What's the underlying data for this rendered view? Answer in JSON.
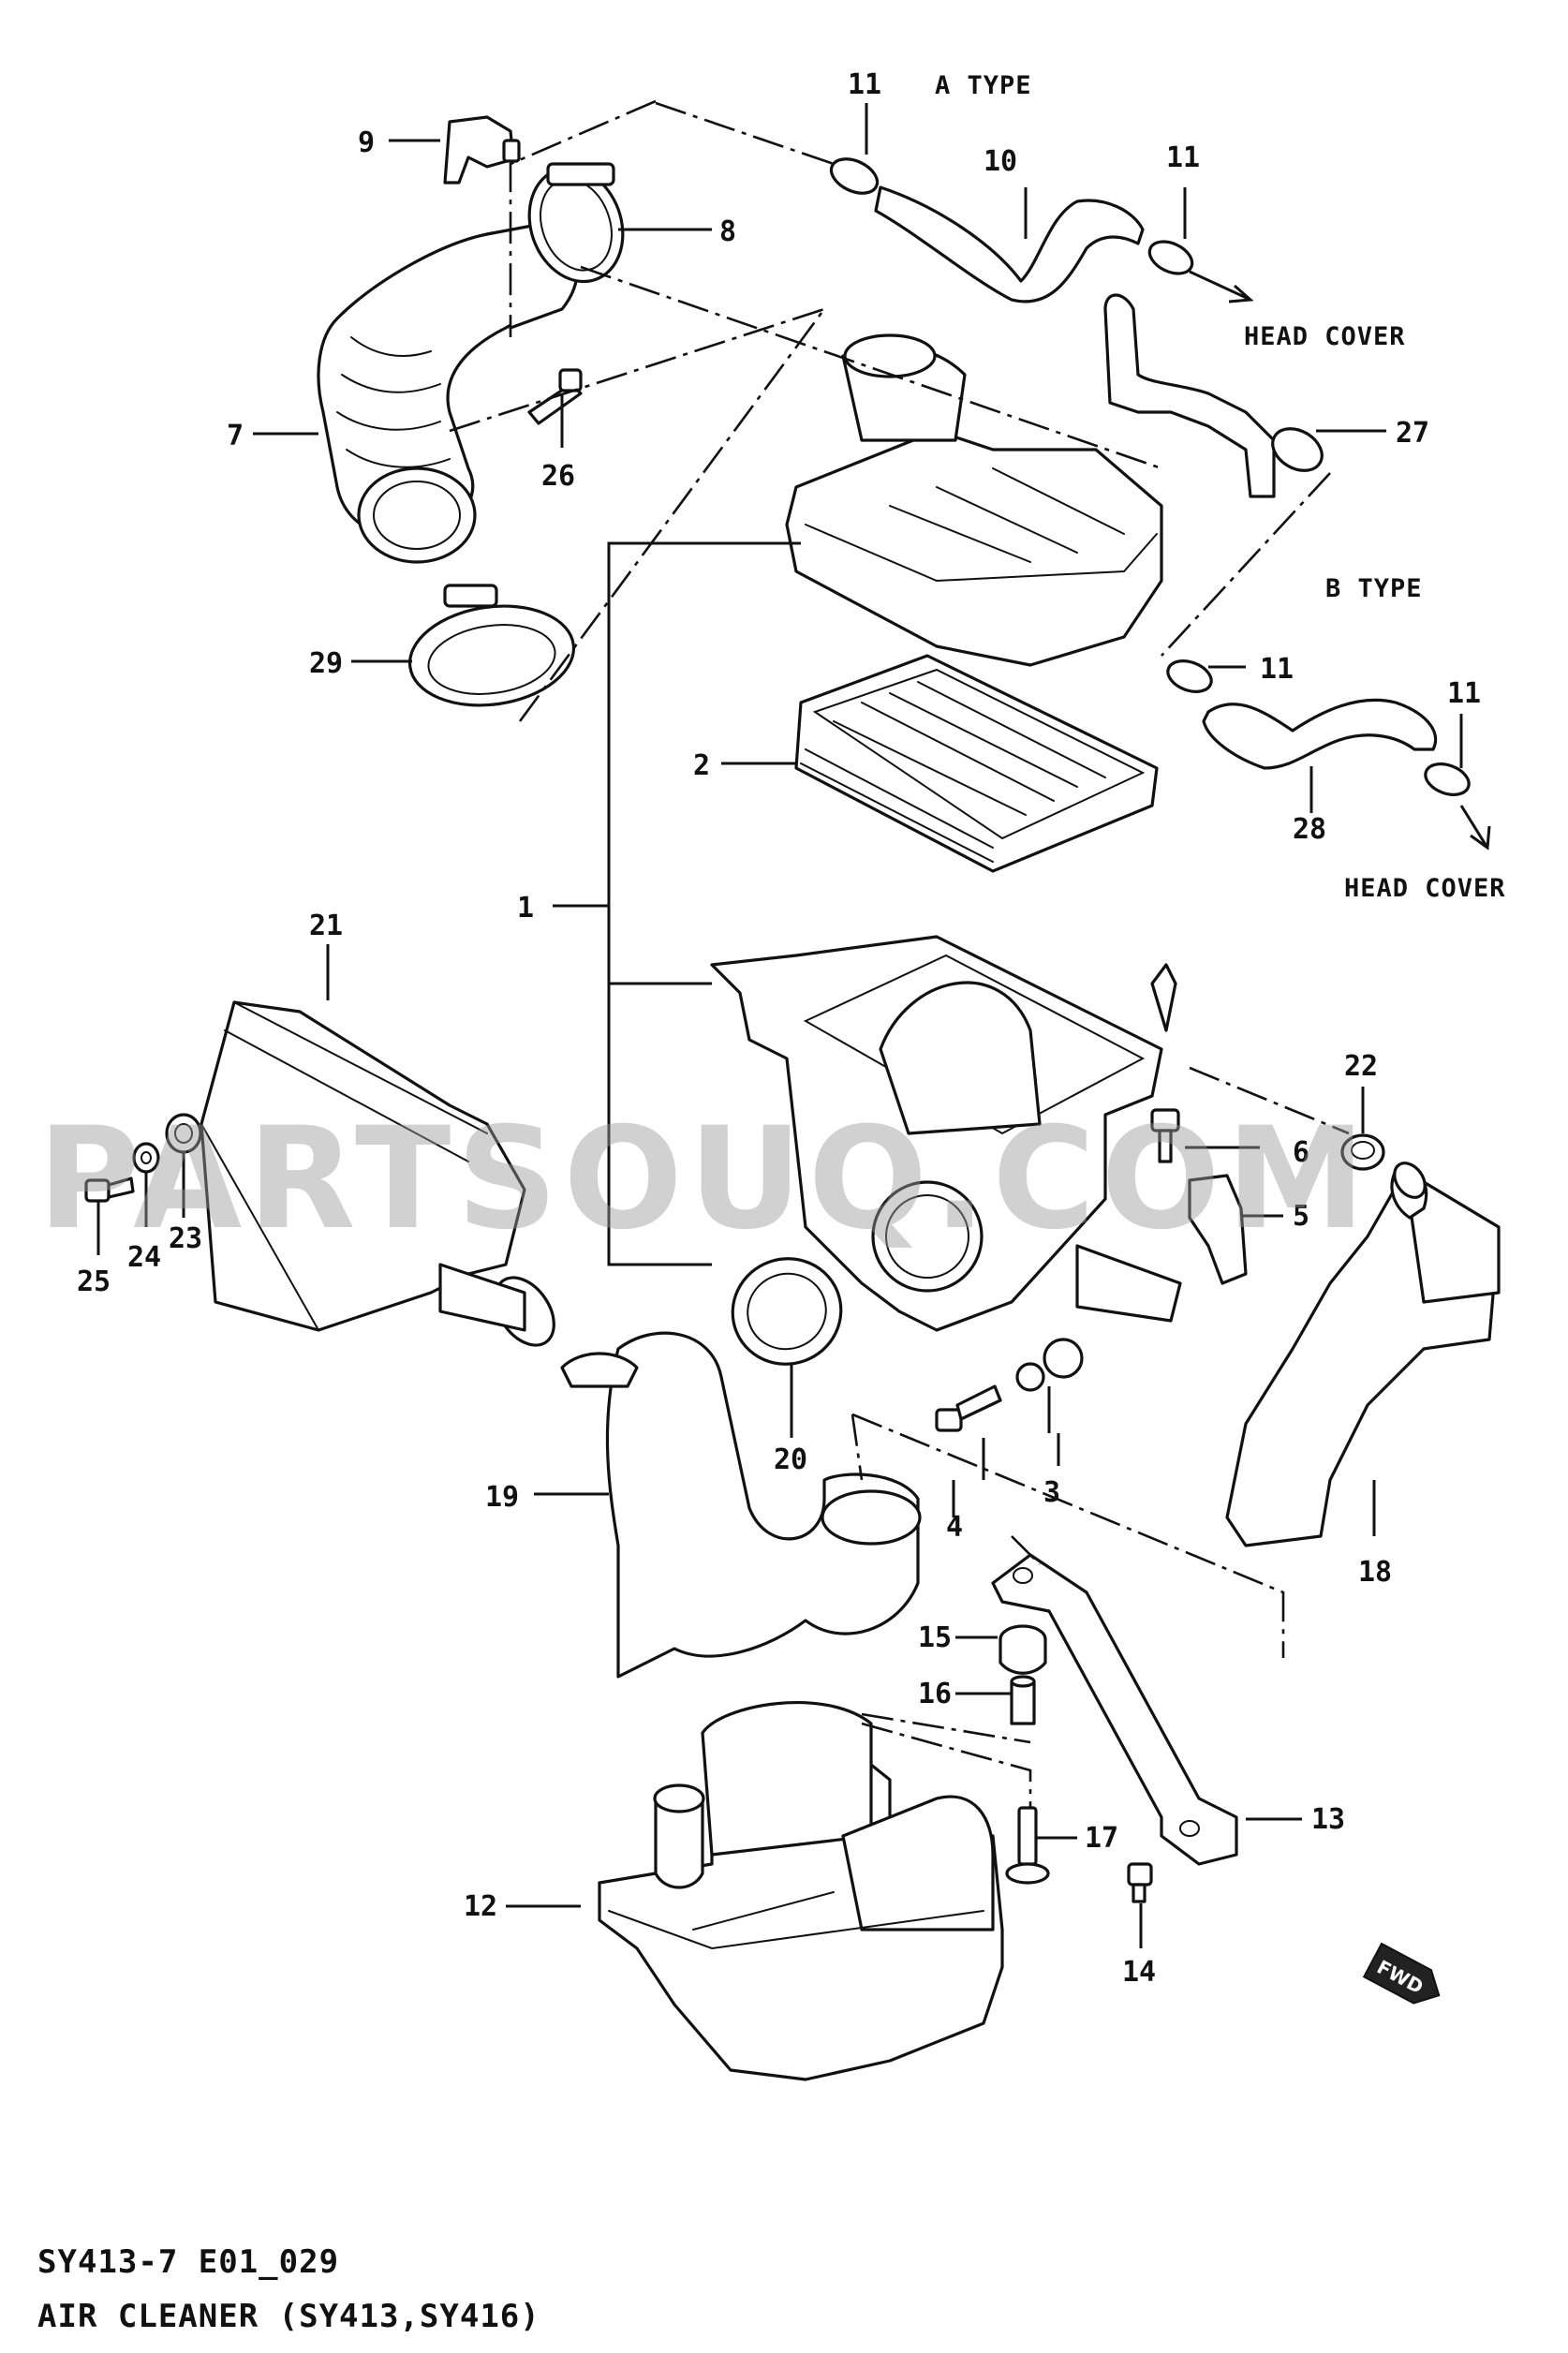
{
  "callouts": {
    "c1": "1",
    "c2": "2",
    "c3": "3",
    "c4": "4",
    "c5": "5",
    "c6": "6",
    "c7": "7",
    "c8": "8",
    "c9": "9",
    "c10": "10",
    "c11a": "11",
    "c11b": "11",
    "c11c": "11",
    "c11d": "11",
    "c12": "12",
    "c13": "13",
    "c14": "14",
    "c15": "15",
    "c16": "16",
    "c17": "17",
    "c18": "18",
    "c19": "19",
    "c20": "20",
    "c21": "21",
    "c22": "22",
    "c23": "23",
    "c24": "24",
    "c25": "25",
    "c26": "26",
    "c27": "27",
    "c28": "28",
    "c29": "29"
  },
  "notes": {
    "a_type": "A TYPE",
    "b_type": "B TYPE",
    "head_cover_a": "HEAD COVER",
    "head_cover_b": "HEAD COVER"
  },
  "fwd_badge": "FWD",
  "watermark": "PARTSOUQ.COM",
  "caption": {
    "code": "SY413-7 E01_029",
    "title": "AIR CLEANER (SY413,SY416)"
  }
}
